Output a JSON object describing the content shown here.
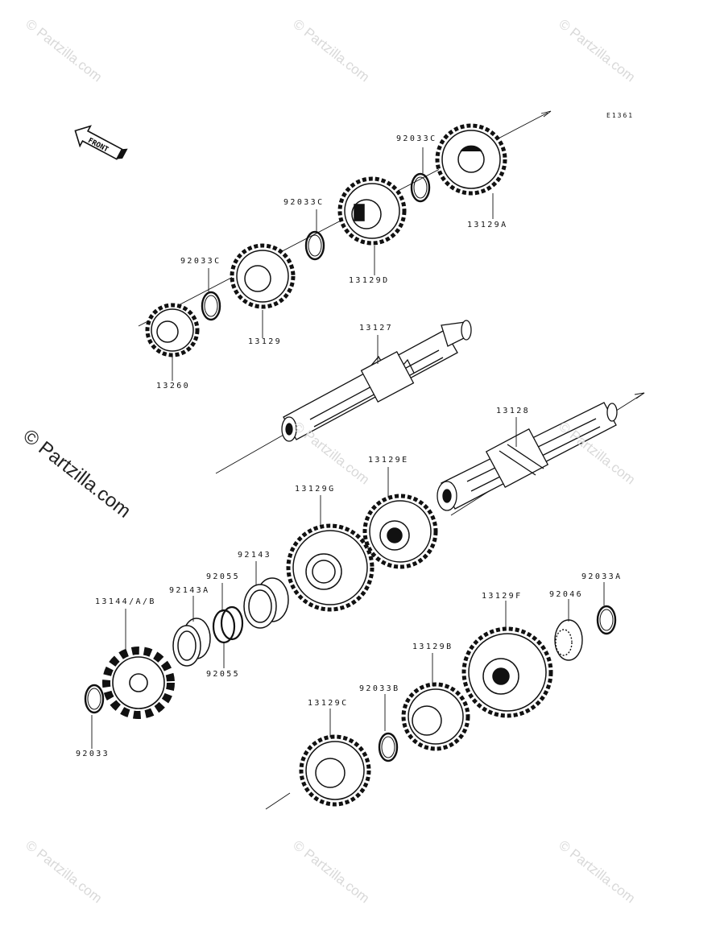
{
  "diagram_code": "E1361",
  "front_label": "FRONT",
  "watermark": "© Partzilla.com",
  "watermark_main": "© Partzilla.com",
  "parts": {
    "p92033C_a": "92033C",
    "p92033C_b": "92033C",
    "p92033C_c": "92033C",
    "p13129A": "13129A",
    "p13129D": "13129D",
    "p13129": "13129",
    "p13260": "13260",
    "p13127": "13127",
    "p13128": "13128",
    "p13129E": "13129E",
    "p13129G": "13129G",
    "p92143": "92143",
    "p92055_top": "92055",
    "p92143A": "92143A",
    "p13144": "13144/A/B",
    "p92055_bot": "92055",
    "p92033": "92033",
    "p13129F": "13129F",
    "p92046": "92046",
    "p92033A": "92033A",
    "p13129B": "13129B",
    "p92033B": "92033B",
    "p13129C": "13129C"
  }
}
